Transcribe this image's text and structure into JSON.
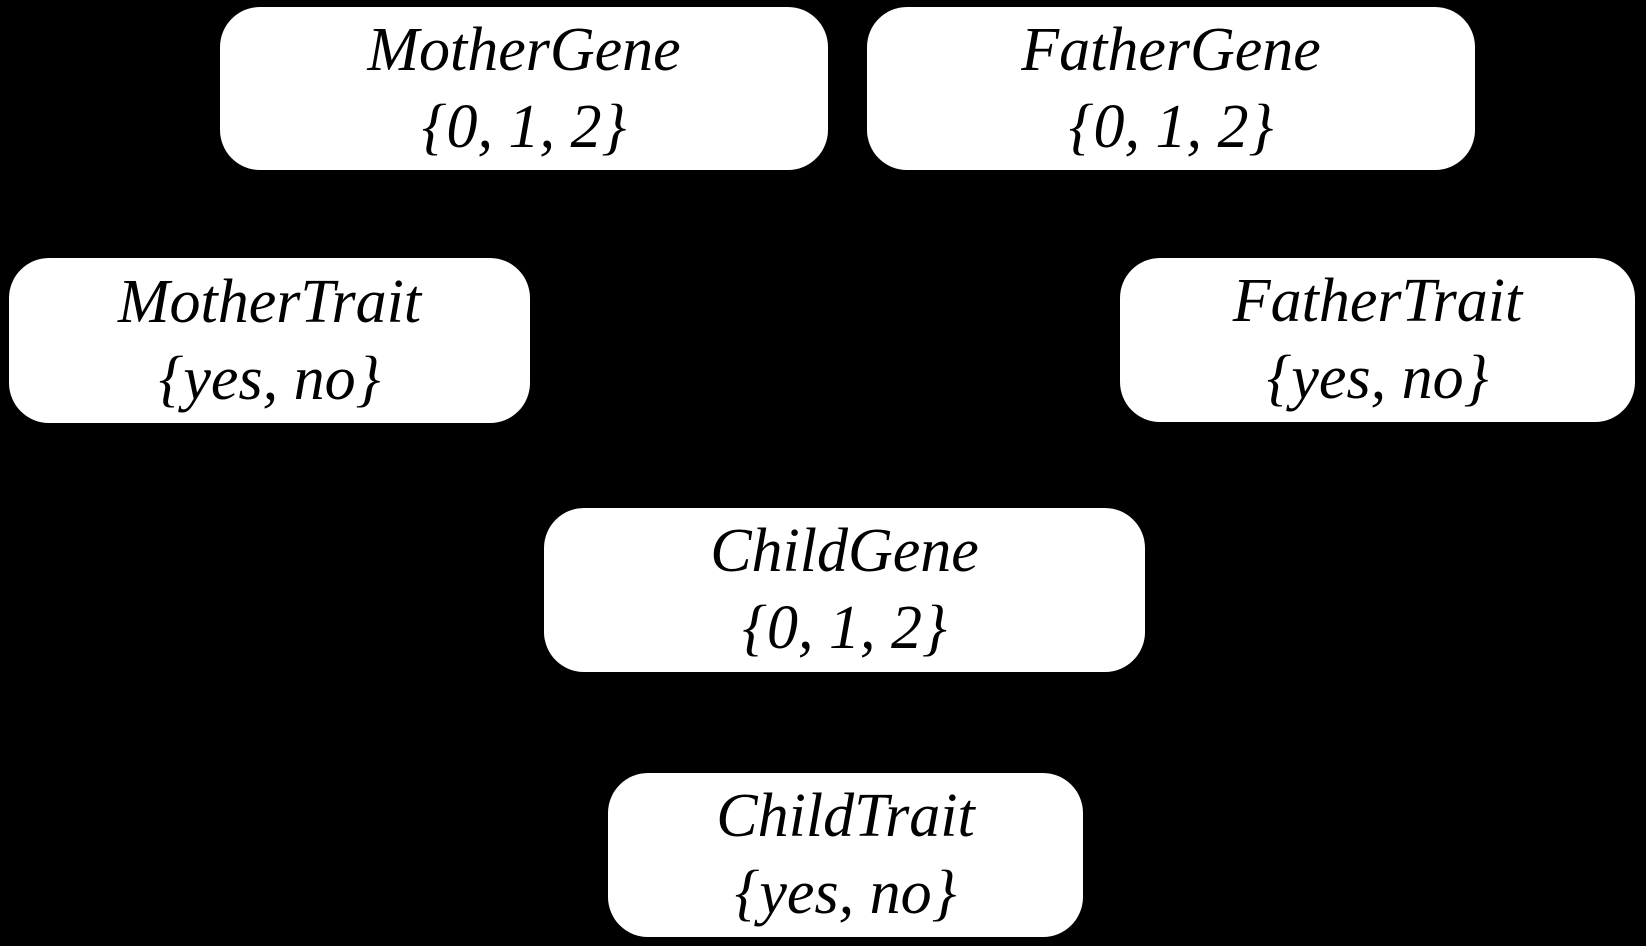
{
  "diagram": {
    "colors": {
      "background": "#000000",
      "node_fill": "#ffffff",
      "node_text": "#000000"
    },
    "nodes": [
      {
        "id": "mother-gene",
        "name": "MotherGene",
        "values": "{0, 1, 2}"
      },
      {
        "id": "father-gene",
        "name": "FatherGene",
        "values": "{0, 1, 2}"
      },
      {
        "id": "mother-trait",
        "name": "MotherTrait",
        "values": "{yes, no}"
      },
      {
        "id": "father-trait",
        "name": "FatherTrait",
        "values": "{yes, no}"
      },
      {
        "id": "child-gene",
        "name": "ChildGene",
        "values": "{0, 1, 2}"
      },
      {
        "id": "child-trait",
        "name": "ChildTrait",
        "values": "{yes, no}"
      }
    ]
  }
}
